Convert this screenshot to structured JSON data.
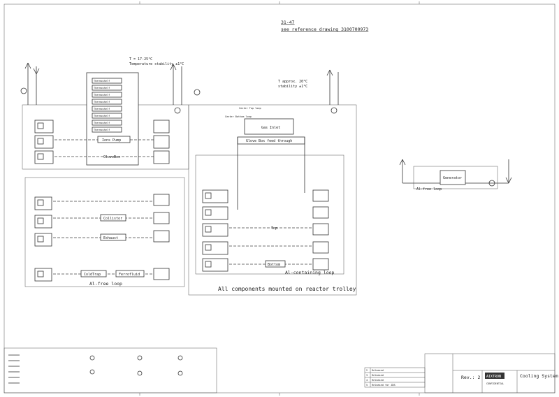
{
  "header": {
    "ref_code": "31-47",
    "ref_text": "see reference drawing 3100700973"
  },
  "left_section": {
    "temp_note_1": "T = 17-25°C",
    "temp_note_2": "Temperature stability ±1°C",
    "label_glovebox": "GloveBox",
    "label_ions_pump": "Ions Pump",
    "label_collistor": "Collistor",
    "label_exhaust": "Exhaust",
    "label_coldtrap": "ColdTrap",
    "label_ferrofluid": "Ferrofluid",
    "loop_label": "Al-free loop",
    "thermo_items": [
      "Thermoshelf",
      "Thermoshelf",
      "Thermoshelf",
      "Thermoshelf",
      "Thermoshelf",
      "Thermoshelf",
      "Thermoshelf",
      "Thermoshelf"
    ]
  },
  "middle_section": {
    "temp_note_1": "T approx. 20°C",
    "temp_note_2": "stability ±1°C",
    "gas_inlet": "Gas Inlet",
    "center_top": "Center Top loop",
    "center_bottom": "Center Bottom loop",
    "glovebox_feed": "Glove Box feed through",
    "label_top": "Top",
    "label_bottom": "Bottom",
    "loop_label": "Al-containing loop"
  },
  "right_section": {
    "generator": "Generator",
    "loop_label": "Al-free loop"
  },
  "trolley_note": "All components mounted on reactor trolley",
  "revisions": [
    {
      "no": "2",
      "text": "Released"
    },
    {
      "no": "3",
      "text": "Released"
    },
    {
      "no": "4",
      "text": "Released"
    },
    {
      "no": "5",
      "text": "Released for ZDS"
    }
  ],
  "title_block": {
    "company": "AIXTRON",
    "confidential": "CONFIDENTIAL",
    "title": "Cooling System",
    "rev": "Rev.: 2"
  }
}
